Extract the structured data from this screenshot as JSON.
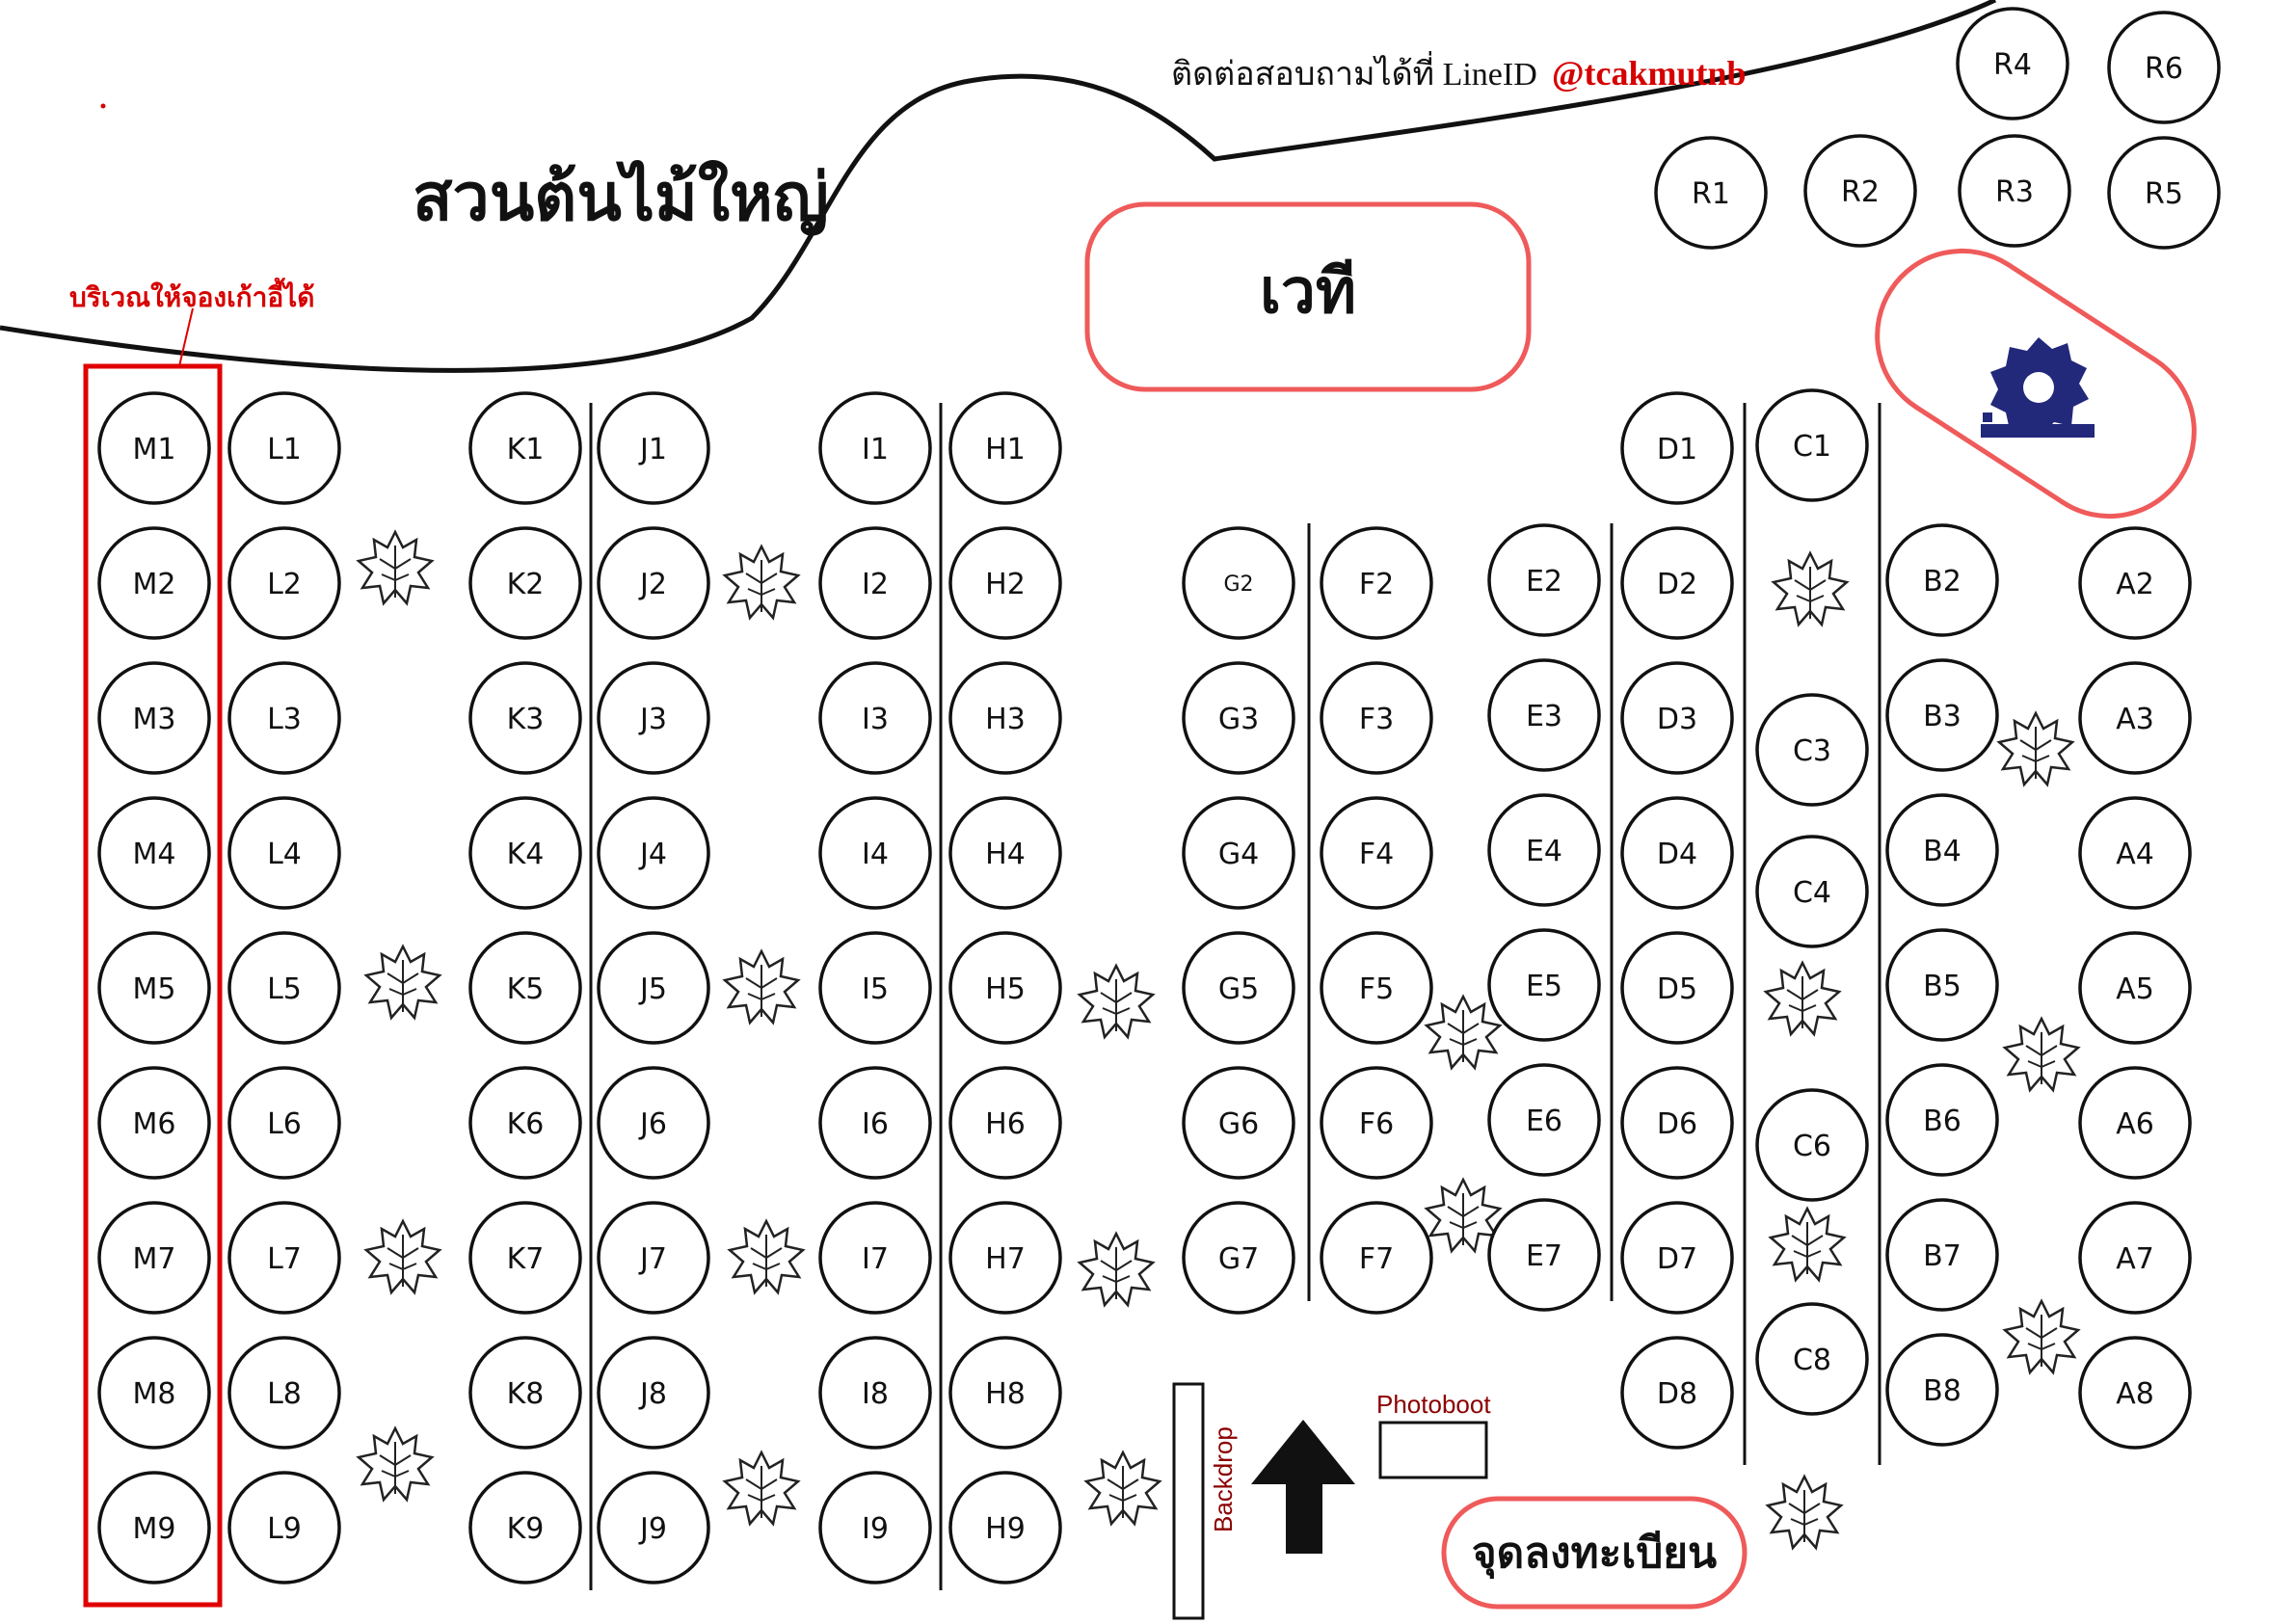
{
  "header": {
    "contact_label": "ติดต่อสอบถามได้ที่  LineID",
    "contact_id": "@tcakmutnb"
  },
  "areas": {
    "garden_label": "สวนต้นไม้ใหญ่",
    "stage_label": "เวที",
    "registration_label": "จุดลงทะเบียน",
    "bookable_label": "บริเวณให้จองเก้าอี้ได้",
    "backdrop_label": "Backdrop",
    "photobooth_label": "Photoboot"
  },
  "colors": {
    "booking_box": "#e00000",
    "zone_outline": "#ef5a5a",
    "logo": "#22287a",
    "ink": "#111111"
  },
  "icons": {
    "logo": "saw-blade-logo-icon",
    "tree": "tree-icon",
    "entrance": "entrance-arrow-icon"
  },
  "tables": {
    "M": [
      "M1",
      "M2",
      "M3",
      "M4",
      "M5",
      "M6",
      "M7",
      "M8",
      "M9"
    ],
    "L": [
      "L1",
      "L2",
      "L3",
      "L4",
      "L5",
      "L6",
      "L7",
      "L8",
      "L9"
    ],
    "K": [
      "K1",
      "K2",
      "K3",
      "K4",
      "K5",
      "K6",
      "K7",
      "K8",
      "K9"
    ],
    "J": [
      "J1",
      "J2",
      "J3",
      "J4",
      "J5",
      "J6",
      "J7",
      "J8",
      "J9"
    ],
    "I": [
      "I1",
      "I2",
      "I3",
      "I4",
      "I5",
      "I6",
      "I7",
      "I8",
      "I9"
    ],
    "H": [
      "H1",
      "H2",
      "H3",
      "H4",
      "H5",
      "H6",
      "H7",
      "H8",
      "H9"
    ],
    "G": [
      "G2",
      "G3",
      "G4",
      "G5",
      "G6",
      "G7"
    ],
    "F": [
      "F2",
      "F3",
      "F4",
      "F5",
      "F6",
      "F7"
    ],
    "E": [
      "E2",
      "E3",
      "E4",
      "E5",
      "E6",
      "E7"
    ],
    "D": [
      "D1",
      "D2",
      "D3",
      "D4",
      "D5",
      "D6",
      "D7",
      "D8"
    ],
    "C": [
      "C1",
      "C3",
      "C4",
      "C6",
      "C8"
    ],
    "B": [
      "B2",
      "B3",
      "B4",
      "B5",
      "B6",
      "B7",
      "B8"
    ],
    "A": [
      "A2",
      "A3",
      "A4",
      "A5",
      "A6",
      "A7",
      "A8"
    ],
    "R": [
      "R1",
      "R2",
      "R3",
      "R4",
      "R5",
      "R6"
    ]
  }
}
